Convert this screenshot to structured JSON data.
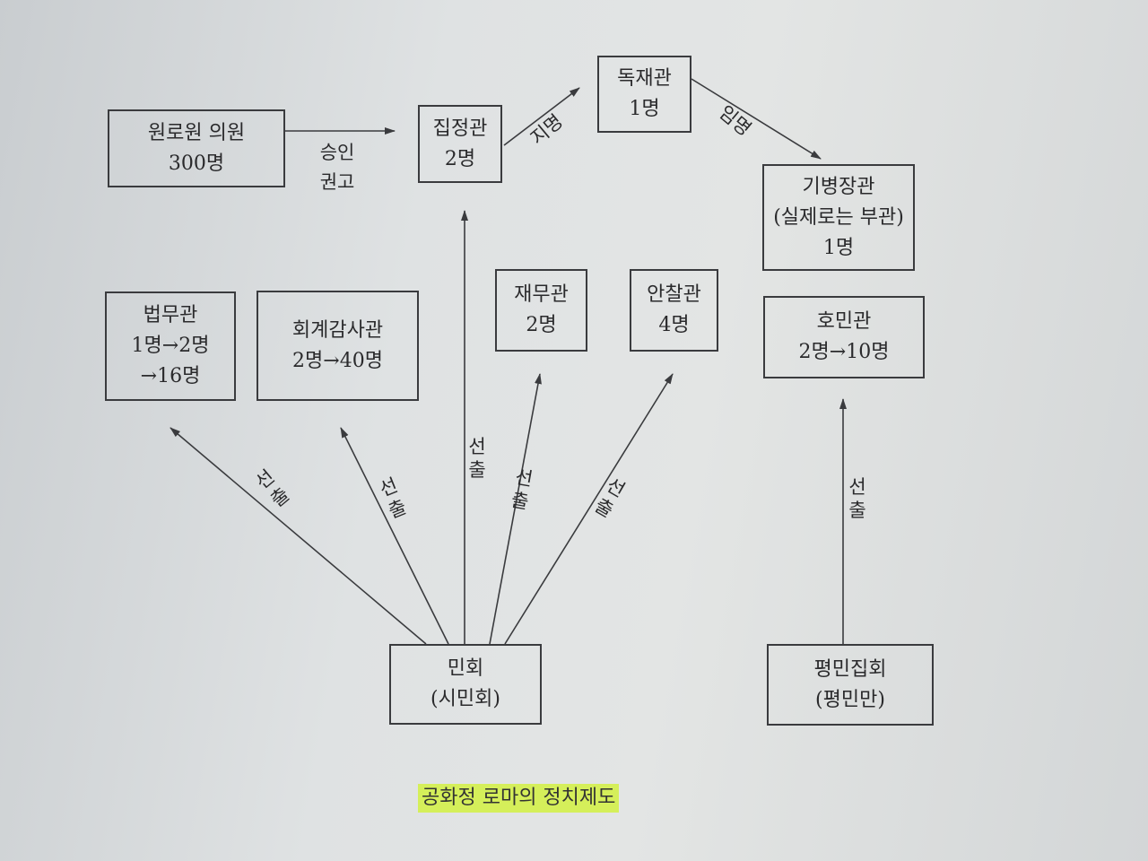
{
  "nodes": {
    "senate": {
      "lines": [
        "원로원 의원",
        "300명"
      ]
    },
    "consul": {
      "lines": [
        "집정관",
        "2명"
      ]
    },
    "dictator": {
      "lines": [
        "독재관",
        "1명"
      ]
    },
    "master_of_horse": {
      "lines": [
        "기병장관",
        "(실제로는 부관)",
        "1명"
      ]
    },
    "praetor": {
      "lines": [
        "법무관",
        "1명→2명",
        "→16명"
      ]
    },
    "quaestor_audit": {
      "lines": [
        "회계감사관",
        "2명→40명"
      ]
    },
    "treasurer": {
      "lines": [
        "재무관",
        "2명"
      ]
    },
    "aedile": {
      "lines": [
        "안찰관",
        "4명"
      ]
    },
    "tribune": {
      "lines": [
        "호민관",
        "2명→10명"
      ]
    },
    "assembly": {
      "lines": [
        "민회",
        "(시민회)"
      ]
    },
    "plebeian_council": {
      "lines": [
        "평민집회",
        "(평민만)"
      ]
    }
  },
  "edges": {
    "senate_consul": [
      "승인",
      "권고"
    ],
    "consul_dictator": "지명",
    "dictator_master": "임명",
    "election": "선출"
  },
  "caption": "공화정 로마의 정치제도",
  "colors": {
    "caption_highlight": "#d5ef5a",
    "line": "#3a3b3e"
  }
}
